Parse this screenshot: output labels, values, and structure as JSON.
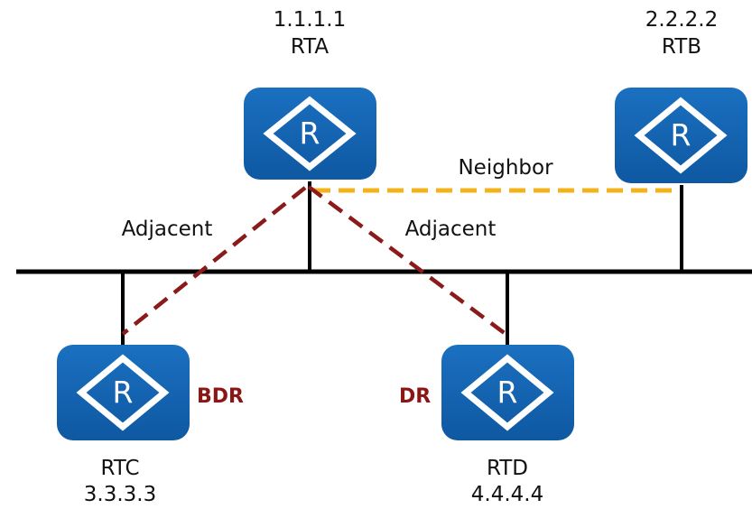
{
  "routers": [
    {
      "id": "rta",
      "name": "RTA",
      "ip": "1.1.1.1"
    },
    {
      "id": "rtb",
      "name": "RTB",
      "ip": "2.2.2.2"
    },
    {
      "id": "rtc",
      "name": "RTC",
      "ip": "3.3.3.3"
    },
    {
      "id": "rtd",
      "name": "RTD",
      "ip": "4.4.4.4"
    }
  ],
  "router_icon_glyph": "R",
  "router_icon": "router-icon",
  "roles": {
    "bdr": "BDR",
    "dr": "DR"
  },
  "links": {
    "neighbor_label": "Neighbor",
    "adjacent_left_label": "Adjacent",
    "adjacent_right_label": "Adjacent"
  },
  "colors": {
    "router_fill": "#1565b0",
    "router_fill_dark": "#0d4f92",
    "bus_line": "#000000",
    "adjacent_line": "#8b1a1a",
    "neighbor_line": "#f2b31b",
    "role_text": "#8b1616"
  }
}
